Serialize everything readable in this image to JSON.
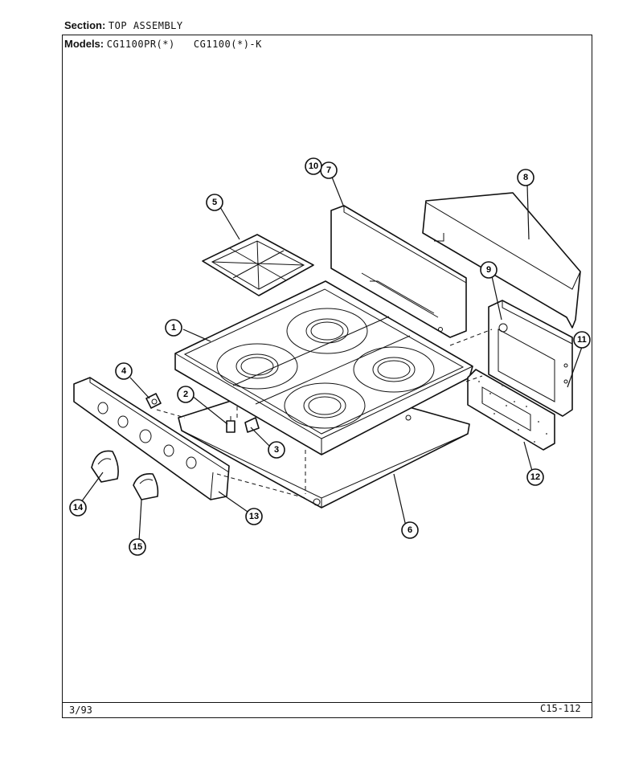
{
  "header": {
    "section_label": "Section:",
    "section_value": "TOP ASSEMBLY",
    "models_label": "Models:",
    "models_value": "CG1100PR(*)   CG1100(*)-K"
  },
  "footer": {
    "date": "3/93",
    "doc_number": "C15-112"
  },
  "callouts": [
    {
      "id": "1"
    },
    {
      "id": "2"
    },
    {
      "id": "3"
    },
    {
      "id": "4"
    },
    {
      "id": "5"
    },
    {
      "id": "6"
    },
    {
      "id": "7"
    },
    {
      "id": "8"
    },
    {
      "id": "9"
    },
    {
      "id": "10"
    },
    {
      "id": "11"
    },
    {
      "id": "12"
    },
    {
      "id": "13"
    },
    {
      "id": "14"
    },
    {
      "id": "15"
    }
  ]
}
